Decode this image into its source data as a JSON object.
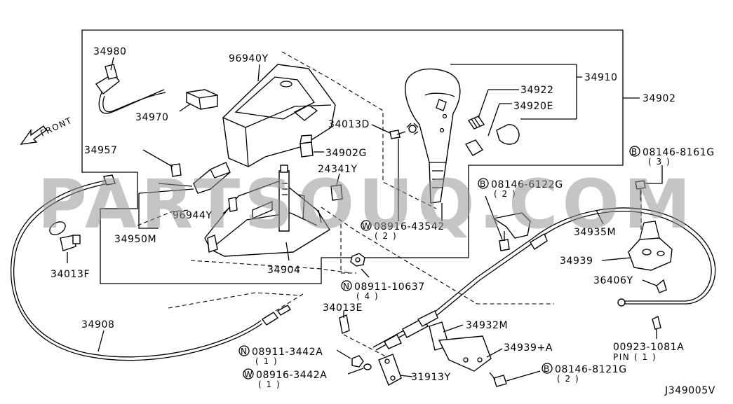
{
  "diagram_code": "J349005V",
  "watermark": "PARTSOUQ.COM",
  "front_label": "FRONT",
  "parts": {
    "p34980": "34980",
    "p96940Y": "96940Y",
    "p34910": "34910",
    "p34902": "34902",
    "p34922": "34922",
    "p34920E": "34920E",
    "p34970": "34970",
    "p34013D": "34013D",
    "p34957": "34957",
    "p34902G": "34902G",
    "p24341Y": "24341Y",
    "b8161G": "08146-8161G",
    "b8161G_qty": "( 3 )",
    "b6122G": "08146-6122G",
    "b6122G_qty": "( 2 )",
    "p96944Y": "96944Y",
    "p34935M": "34935M",
    "w43542": "08916-43542",
    "w43542_qty": "( 2 )",
    "p34950M": "34950M",
    "p34939": "34939",
    "p34013F": "34013F",
    "p34904": "34904",
    "p36406Y": "36406Y",
    "n10637": "08911-10637",
    "n10637_qty": "( 4 )",
    "p34013E": "34013E",
    "p34908": "34908",
    "p34932M": "34932M",
    "p00923": "00923-1081A",
    "pin": "PIN",
    "pin_qty": "( 1 )",
    "p34939A": "34939+A",
    "n3442A": "08911-3442A",
    "n3442A_qty": "( 1 )",
    "w3442A": "08916-3442A",
    "w3442A_qty": "( 1 )",
    "p31913Y": "31913Y",
    "b8121G": "08146-8121G",
    "b8121G_qty": "( 2 )"
  },
  "prefix_symbols": {
    "bolt": "B",
    "washer": "W",
    "nut": "N"
  }
}
